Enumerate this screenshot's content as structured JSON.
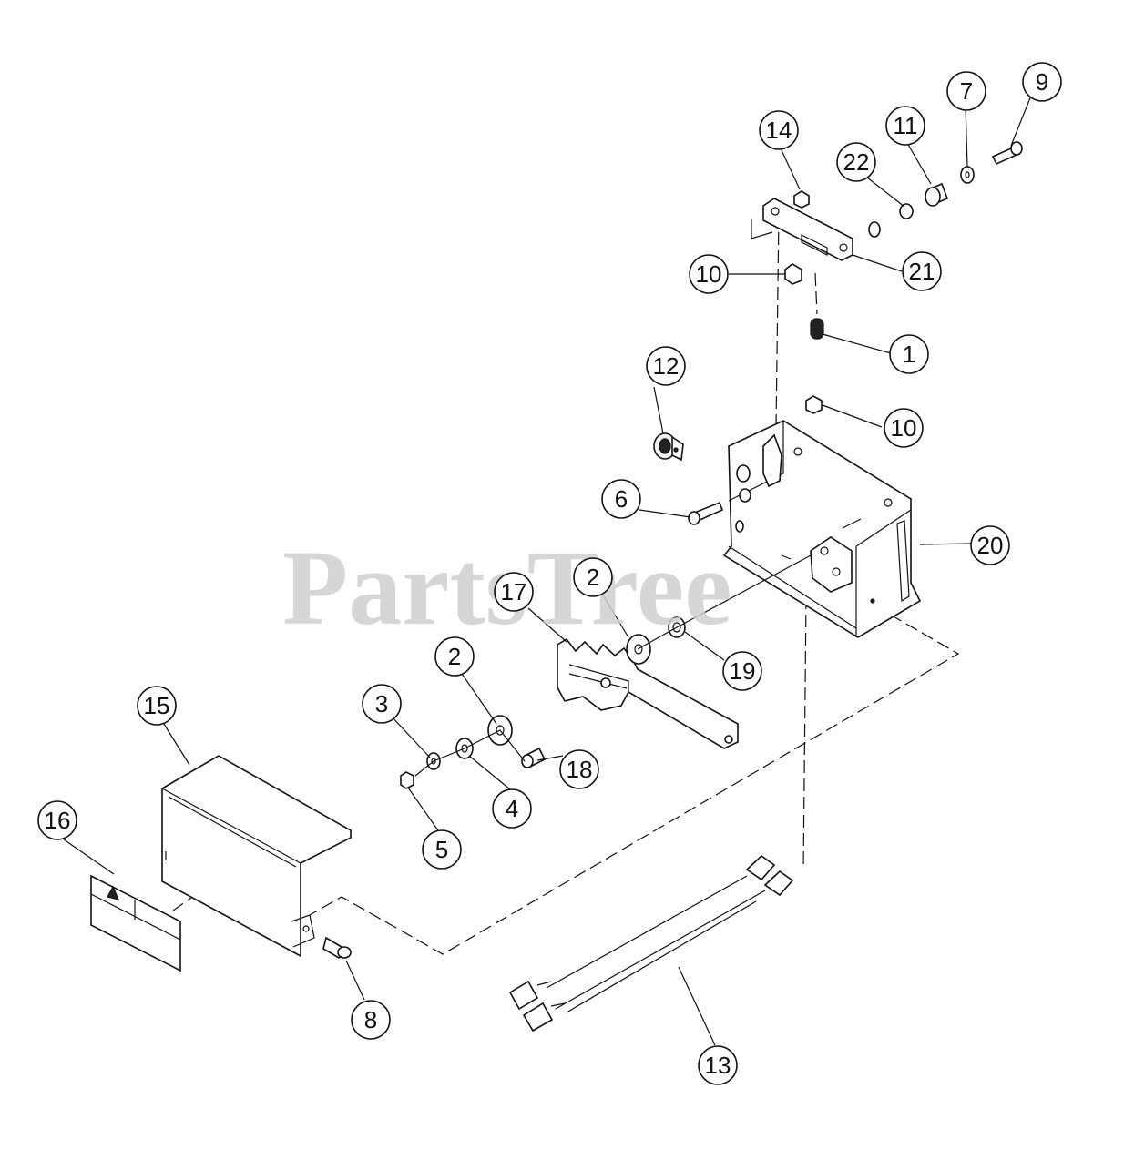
{
  "watermark": {
    "text": "PartsTree"
  },
  "callouts": [
    {
      "id": "c1",
      "label": "1"
    },
    {
      "id": "c2a",
      "label": "2"
    },
    {
      "id": "c2b",
      "label": "2"
    },
    {
      "id": "c3",
      "label": "3"
    },
    {
      "id": "c4",
      "label": "4"
    },
    {
      "id": "c5",
      "label": "5"
    },
    {
      "id": "c6",
      "label": "6"
    },
    {
      "id": "c7",
      "label": "7"
    },
    {
      "id": "c8",
      "label": "8"
    },
    {
      "id": "c9",
      "label": "9"
    },
    {
      "id": "c10a",
      "label": "10"
    },
    {
      "id": "c10b",
      "label": "10"
    },
    {
      "id": "c11",
      "label": "11"
    },
    {
      "id": "c12",
      "label": "12"
    },
    {
      "id": "c13",
      "label": "13"
    },
    {
      "id": "c14",
      "label": "14"
    },
    {
      "id": "c15",
      "label": "15"
    },
    {
      "id": "c16",
      "label": "16"
    },
    {
      "id": "c17",
      "label": "17"
    },
    {
      "id": "c18",
      "label": "18"
    },
    {
      "id": "c19",
      "label": "19"
    },
    {
      "id": "c20",
      "label": "20"
    },
    {
      "id": "c21",
      "label": "21"
    },
    {
      "id": "c22",
      "label": "22"
    }
  ]
}
